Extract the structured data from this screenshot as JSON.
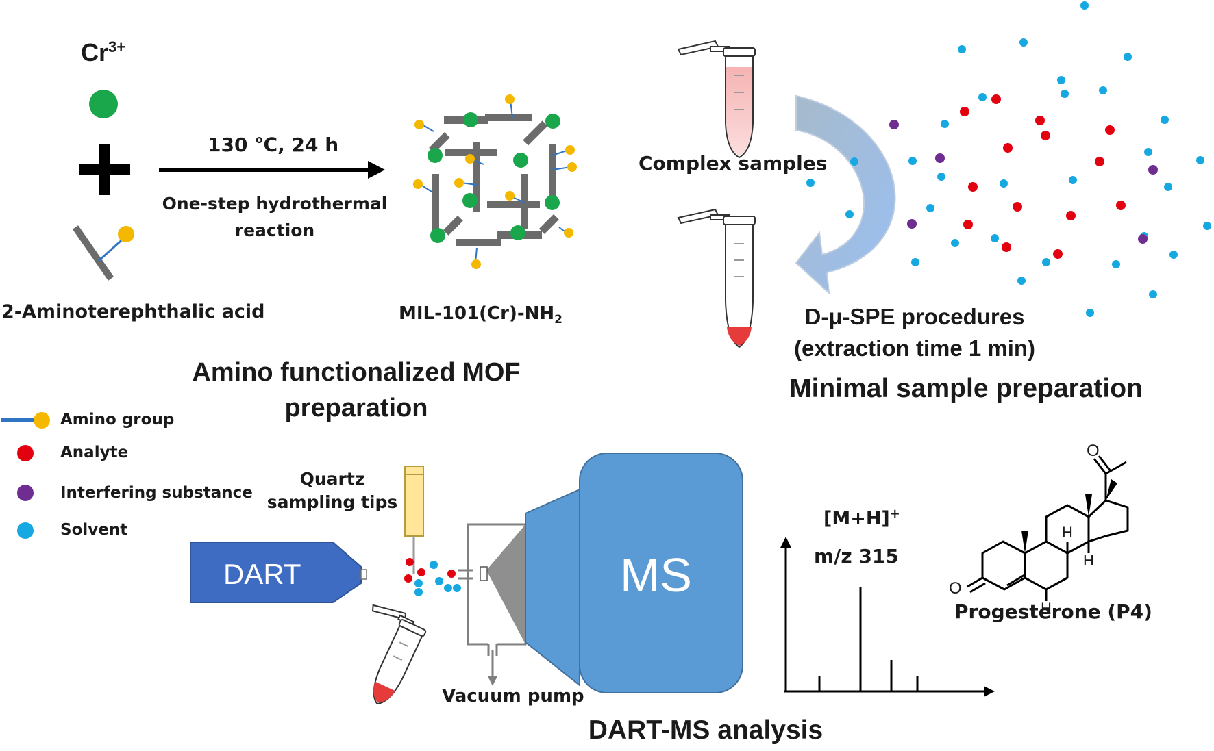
{
  "synthesis": {
    "metal_ion_base": "Cr",
    "metal_ion_charge": "3+",
    "plus_sign": "+",
    "condition": "130 ℃, 24 h",
    "reaction_line1": "One-step hydrothermal",
    "reaction_line2": "reaction",
    "linker_label": "2-Aminoterephthalic acid",
    "product_base": "MIL-101(Cr)-NH",
    "product_sub": "2",
    "section_line1": "Amino functionalized MOF",
    "section_line2": "preparation"
  },
  "sample_prep": {
    "complex_samples": "Complex samples",
    "procedure_line1": "D-μ-SPE procedures",
    "procedure_line2": "(extraction time 1 min)",
    "section_title": "Minimal sample preparation"
  },
  "legend": {
    "items": [
      {
        "label": "Amino group"
      },
      {
        "label": "Analyte"
      },
      {
        "label": "Interfering substance"
      },
      {
        "label": "Solvent"
      }
    ]
  },
  "analysis": {
    "tip_line1": "Quartz",
    "tip_line2": "sampling tips",
    "dart_label": "DART",
    "ms_label": "MS",
    "vacuum_label": "Vacuum pump",
    "ion_base": "[M+H]",
    "ion_charge": "+",
    "mz_label": "m/z 315",
    "compound_label": "Progesterone (P4)",
    "atom_o": "O",
    "atom_h": "H",
    "section_title": "DART-MS analysis"
  },
  "colors": {
    "metal": "#1aa64b",
    "amino": "#f5b800",
    "bond": "#2e75c4",
    "linker": "#6b6b6b",
    "analyte": "#e3000f",
    "interfering": "#6f2c91",
    "solvent": "#16a8e0",
    "dart_box": "#3d6cc2",
    "ms_box": "#5b9bd5"
  }
}
